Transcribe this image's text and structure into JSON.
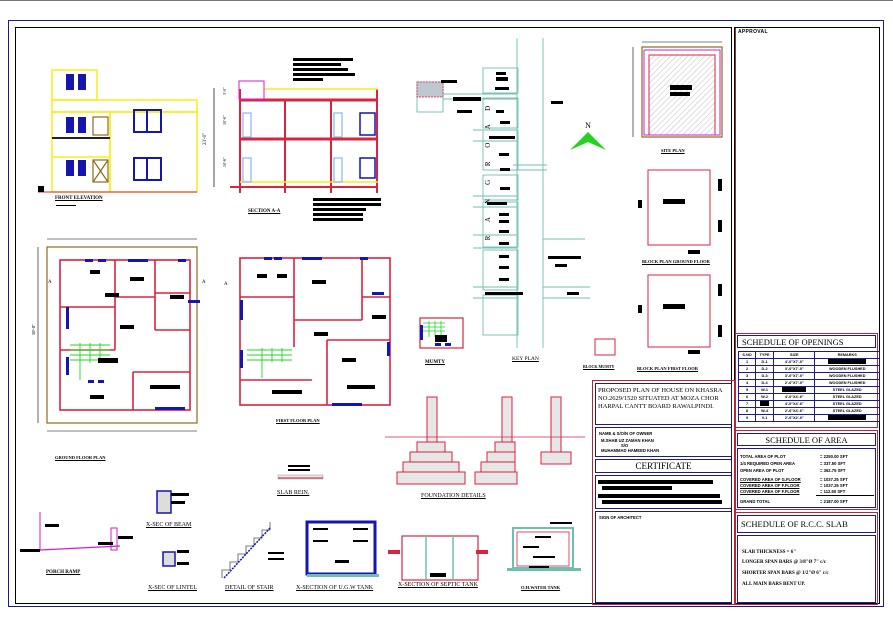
{
  "sheet": {
    "approval_label": "APPROVAL",
    "title_block": {
      "project_title": "PROPOSED PLAN OF HOUSE ON KHASRA NO.2629/1520 SITUATED AT MOZA CHOR HARPAL CANTT  BOARD RAWALPINDI.",
      "owner_label": "NAME & S/O/N OF OWNER",
      "owner_name": "M.SHAB UZ ZAMAN KHAN",
      "relation": "S/O",
      "father_name": "MUHAMMAD HAMEED KHAN",
      "certificate_label": "CERTIFICATE",
      "architect_sign_label": "SIGN OF ARCHITECT"
    },
    "schedule_of_openings": {
      "title": "SCHEDULE OF OPENINGS",
      "columns": [
        "S.NO",
        "TYPE",
        "SIZE",
        "REMARKS"
      ],
      "rows": [
        {
          "sno": "1",
          "type": "D-1",
          "size": "4'-0\"X7'-0\"",
          "remarks": ""
        },
        {
          "sno": "2",
          "type": "D-2",
          "size": "3'-0\"X7'-0\"",
          "remarks": "WOODEN FLUSHED"
        },
        {
          "sno": "3",
          "type": "D-3",
          "size": "3'-0\"X7'-0\"",
          "remarks": "WOODEN FLUSHED"
        },
        {
          "sno": "4",
          "type": "D-4",
          "size": "2'-6\"X7'-0\"",
          "remarks": "WOODEN FLUSHED"
        },
        {
          "sno": "5",
          "type": "W-1",
          "size": "",
          "remarks": "STEEL GLAZED"
        },
        {
          "sno": "6",
          "type": "W-2",
          "size": "4'-0\"X4'-6\"",
          "remarks": "STEEL GLAZED"
        },
        {
          "sno": "7",
          "type": "",
          "size": "4'-0\"X4'-6\"",
          "remarks": "STEEL GLAZED"
        },
        {
          "sno": "8",
          "type": "W-4",
          "size": "2'-6\"X4'-6\"",
          "remarks": "STEEL GLAZED"
        },
        {
          "sno": "9",
          "type": "V-1",
          "size": "2'-0\"X2'-0\"",
          "remarks": ""
        }
      ]
    },
    "schedule_of_area": {
      "title": "SCHEDULE OF AREA",
      "rows": [
        {
          "label": "TOTAL AREA OF PLOT",
          "value": "= 2250.00 SFT"
        },
        {
          "label": "1/4 REQUIRED OPEN AREA",
          "value": "= 337.50 SFT"
        },
        {
          "label": "OPEN AREA OF PLOT",
          "value": "= 362.75 SFT"
        },
        {
          "label": "COVERED AREA OF G.FLOOR",
          "value": "= 1037.25 SFT"
        },
        {
          "label": "COVERED AREA OF F.FLOOR",
          "value": "= 1037.25 SFT"
        },
        {
          "label": "COVERED AREA OF F.FLOOR",
          "value": "= 112.50 SFT"
        },
        {
          "label": "GRAND TOTAL",
          "value": "= 2187.00 SFT"
        }
      ]
    },
    "schedule_of_rcc_slab": {
      "title": "SCHEDULE OF R.C.C. SLAB",
      "lines": [
        "SLAB THICKNESS = 6\"",
        "LONGER SPAN BARS @ 3/8\"Ø 7\" c/c",
        "SHORTER SPAN BARS @ 1/2\"Ø 6\" c/c",
        "ALL  MAIN  BARS BENT UP."
      ]
    },
    "drawings": {
      "front_elevation": "FRONT ELEVATION",
      "section_aa": "SECTION A-A",
      "key_plan": "KEY PLAN",
      "road_label": "R A N G   R O A D",
      "north_label": "N",
      "site_plan": "SITE PLAN",
      "block_plan_ground": "BLOCK PLAN GROUND FLOOR",
      "block_plan_first": "BLOCK PLAN FIRST FLOOR",
      "block_mumty": "BLOCK MUMTY",
      "mumty": "MUMTY",
      "ground_floor_plan": "GROUND FLOOR PLAN",
      "first_floor_plan": "FIRST FLOOR PLAN",
      "section_marker": "A",
      "overall_height": "23'-0\"",
      "floor_height_1": "10'-6\"",
      "floor_height_2": "10'-6\"",
      "parapet_height": "3'-0\"",
      "plot_depth": "50'-0\"",
      "foundation_details": "FOUNDATION DETAILS",
      "slab_rein": "SLAB REIN.",
      "xsec_beam": "X-SEC OF BEAM",
      "xsec_lintel": "X-SEC OF LINTEL",
      "detail_stair": "DETAIL OF STAIR",
      "xsec_ugw_tank": "X-SECTION OF U.G.W TANK",
      "xsec_septic": "X-SECTION  OF SEPTIC TANK",
      "oh_water_tank": "O.H.WATER TANK",
      "porch_ramp": "PORCH RAMP"
    }
  },
  "colors": {
    "frame_blue": "#1a1a8c",
    "wall_red": "#d9233f",
    "elevation_yellow": "#f5ef1a",
    "window_blue": "#1515b0",
    "stair_green": "#22d422",
    "road_teal": "#6fbfb0",
    "magenta": "#d21bd2"
  }
}
